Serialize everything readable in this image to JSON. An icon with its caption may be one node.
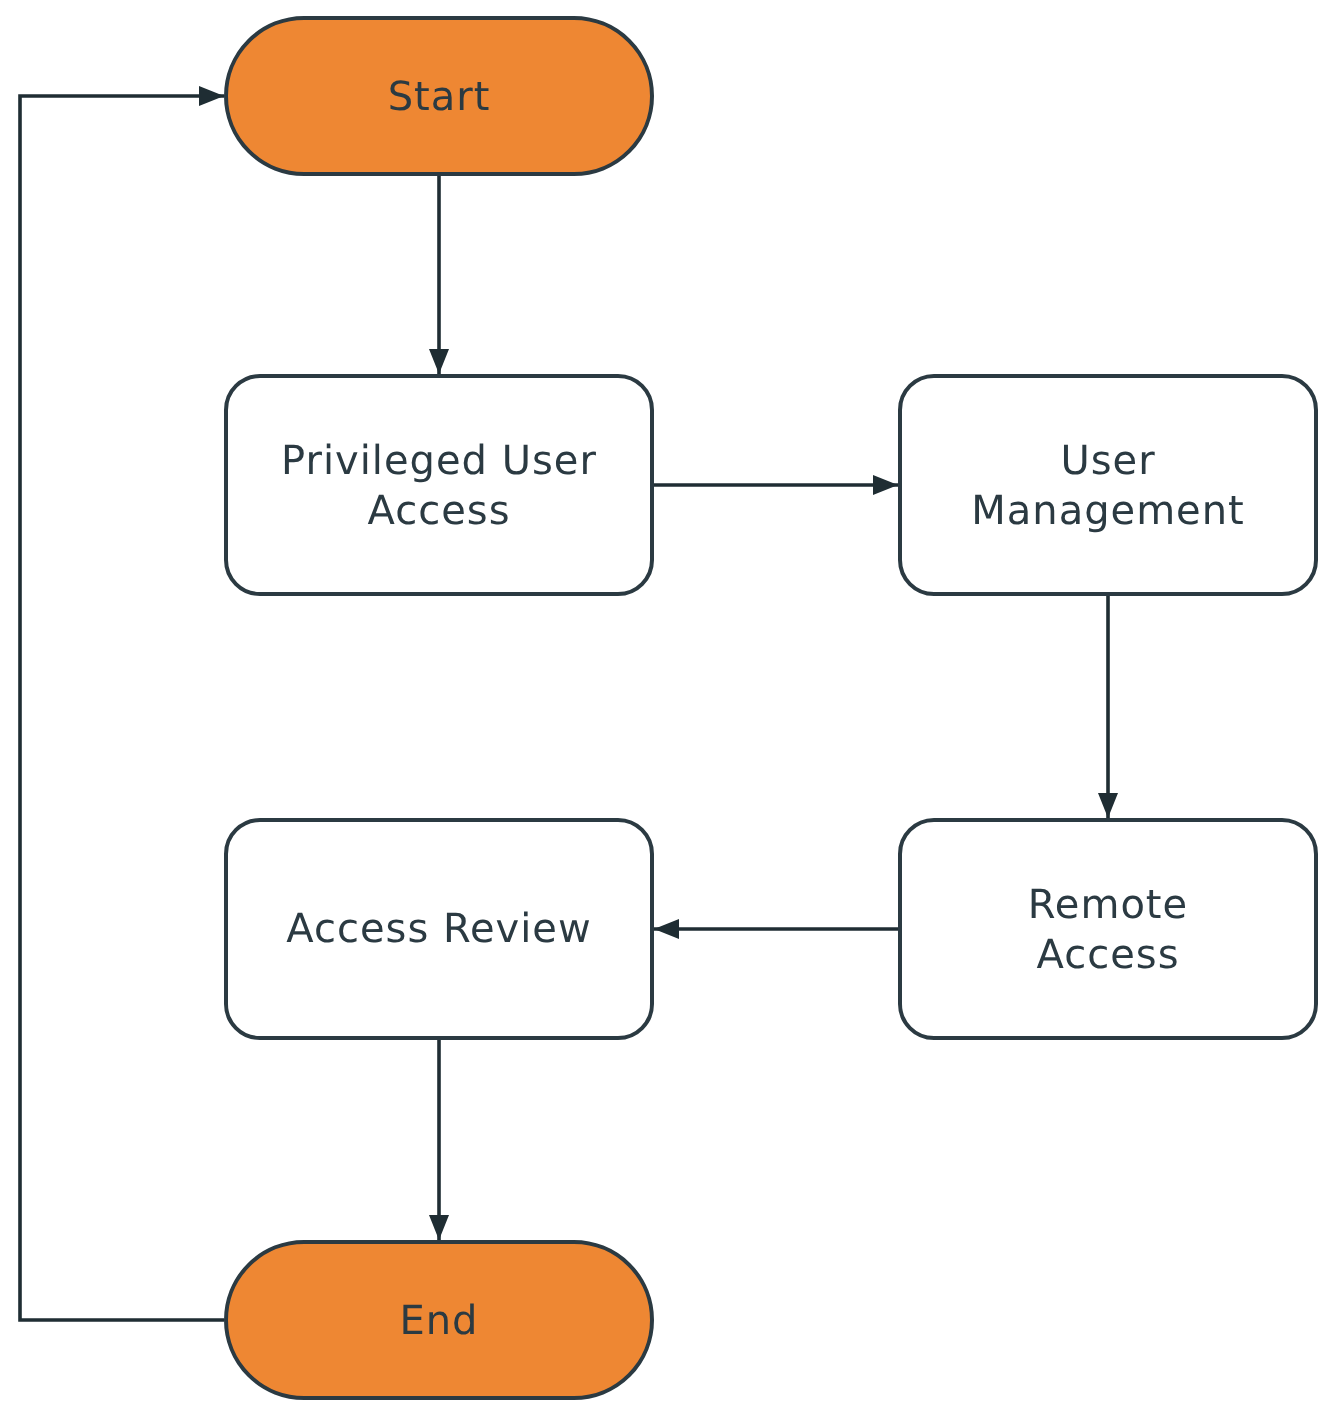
{
  "diagram": {
    "nodes": [
      {
        "text": [
          "Start"
        ]
      },
      {
        "text": [
          "Privileged User Access"
        ]
      },
      {
        "text": [
          "User Management"
        ]
      },
      {
        "text": [
          "Access Review"
        ]
      },
      {
        "text": [
          "Remote Access"
        ]
      },
      {
        "text": [
          "End"
        ]
      }
    ],
    "edges": [
      {
        "from": 0,
        "to": 1,
        "arrow": "to"
      },
      {
        "from": 1,
        "to": 2,
        "arrow": "to"
      },
      {
        "from": 2,
        "to": 4,
        "arrow": "to"
      },
      {
        "from": 4,
        "to": 3,
        "arrow": "to"
      },
      {
        "from": 3,
        "to": 5,
        "arrow": "to"
      },
      {
        "from": 5,
        "to": 0,
        "arrow": "to"
      }
    ]
  }
}
